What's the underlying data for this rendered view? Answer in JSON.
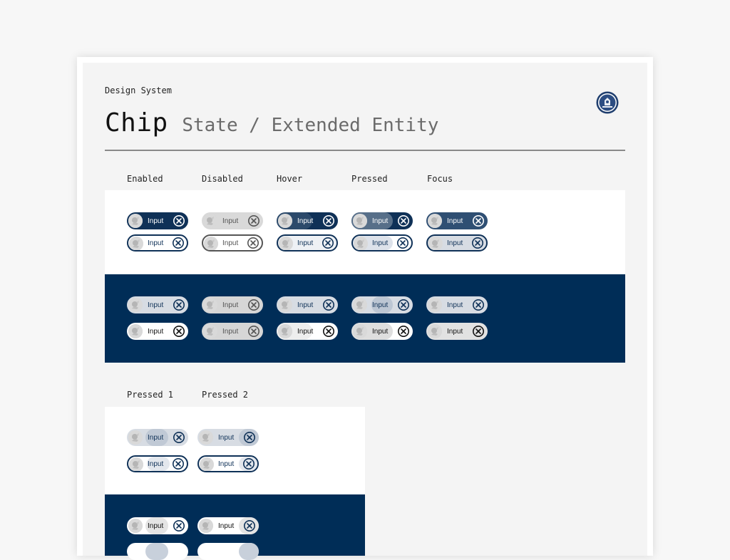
{
  "header": {
    "eyebrow": "Design System",
    "title": "Chip",
    "subtitle": "State / Extended Entity"
  },
  "columns_top": [
    "Enabled",
    "Disabled",
    "Hover",
    "Pressed",
    "Focus"
  ],
  "columns_bottom": [
    "Pressed 1",
    "Pressed 2"
  ],
  "chip_label": "Input",
  "icons": {
    "avatar": "person-avatar-icon",
    "close": "close-circle-icon",
    "seal": "seal-logo"
  },
  "colors": {
    "navy": "#002d57",
    "chip_navy": "#0f3157",
    "panel_light": "#ffffff",
    "background": "#f4f4f4"
  }
}
